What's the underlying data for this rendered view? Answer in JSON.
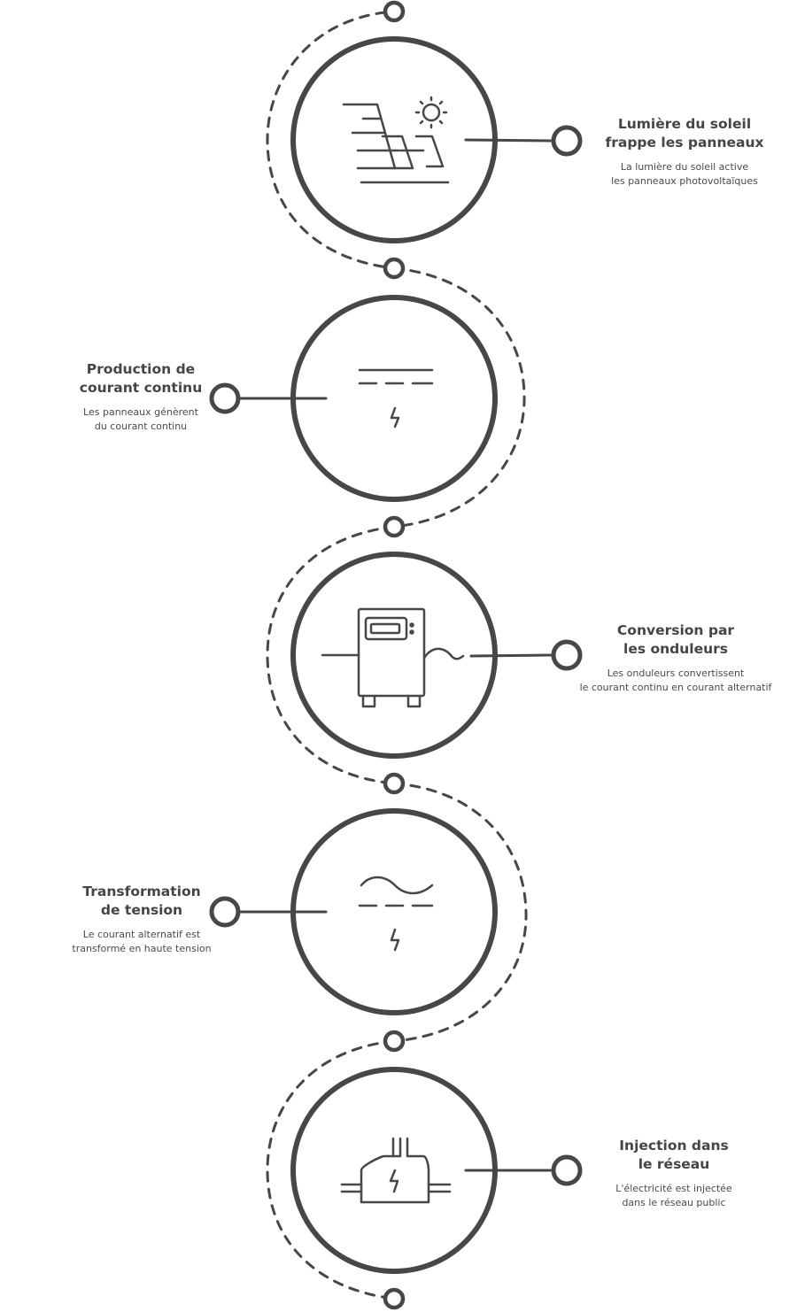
{
  "steps": [
    {
      "icon": "solar-panel-icon",
      "title": "Lumière du soleil\nfrappe les panneaux",
      "description": "La lumière du soleil active\nles panneaux photovoltaïques"
    },
    {
      "icon": "direct-current-icon",
      "title": "Production de\ncourant continu",
      "description": "Les panneaux génèrent\ndu courant continu"
    },
    {
      "icon": "inverter-icon",
      "title": "Conversion par\nles onduleurs",
      "description": "Les onduleurs convertissent\nle courant continu en courant alternatif"
    },
    {
      "icon": "alternating-current-icon",
      "title": "Transformation\nde tension",
      "description": "Le courant alternatif est\ntransformé en haute tension"
    },
    {
      "icon": "grid-connection-icon",
      "title": "Injection dans\nle réseau",
      "description": "L'électricité est injectée\ndans le réseau public"
    }
  ],
  "colors": {
    "stroke": "#474747",
    "background": "#ffffff"
  }
}
